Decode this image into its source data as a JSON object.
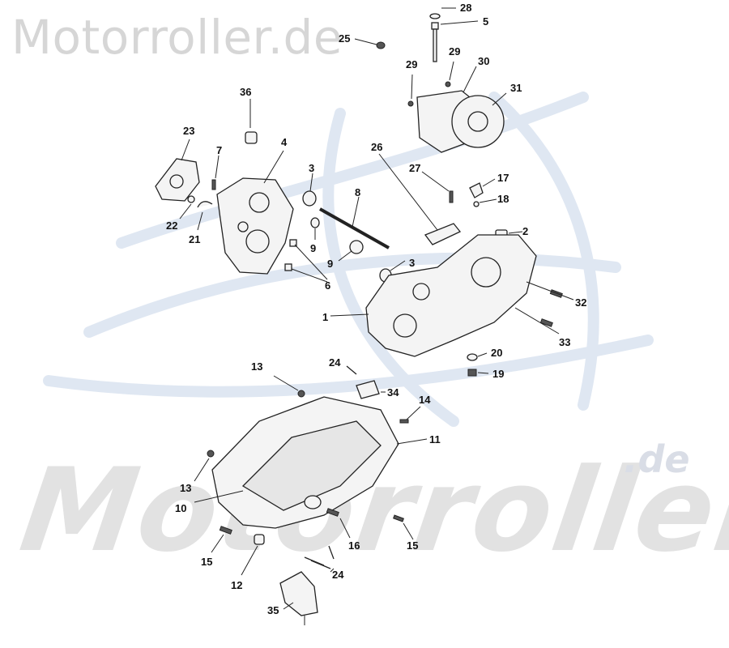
{
  "watermark": {
    "top": "Motorroller.de",
    "big": "Motorroller",
    "suffix": ".de"
  },
  "colors": {
    "watermark_gray": "#d6d6d6",
    "watermark_blue": "#dfe7f2",
    "line": "#222222"
  },
  "callouts": [
    "28",
    "5",
    "25",
    "29",
    "29",
    "30",
    "31",
    "36",
    "23",
    "7",
    "4",
    "26",
    "27",
    "17",
    "18",
    "3",
    "8",
    "22",
    "21",
    "2",
    "9",
    "9",
    "3",
    "6",
    "1",
    "32",
    "33",
    "20",
    "19",
    "24",
    "34",
    "13",
    "14",
    "11",
    "13",
    "10",
    "16",
    "15",
    "15",
    "12",
    "24",
    "35"
  ]
}
